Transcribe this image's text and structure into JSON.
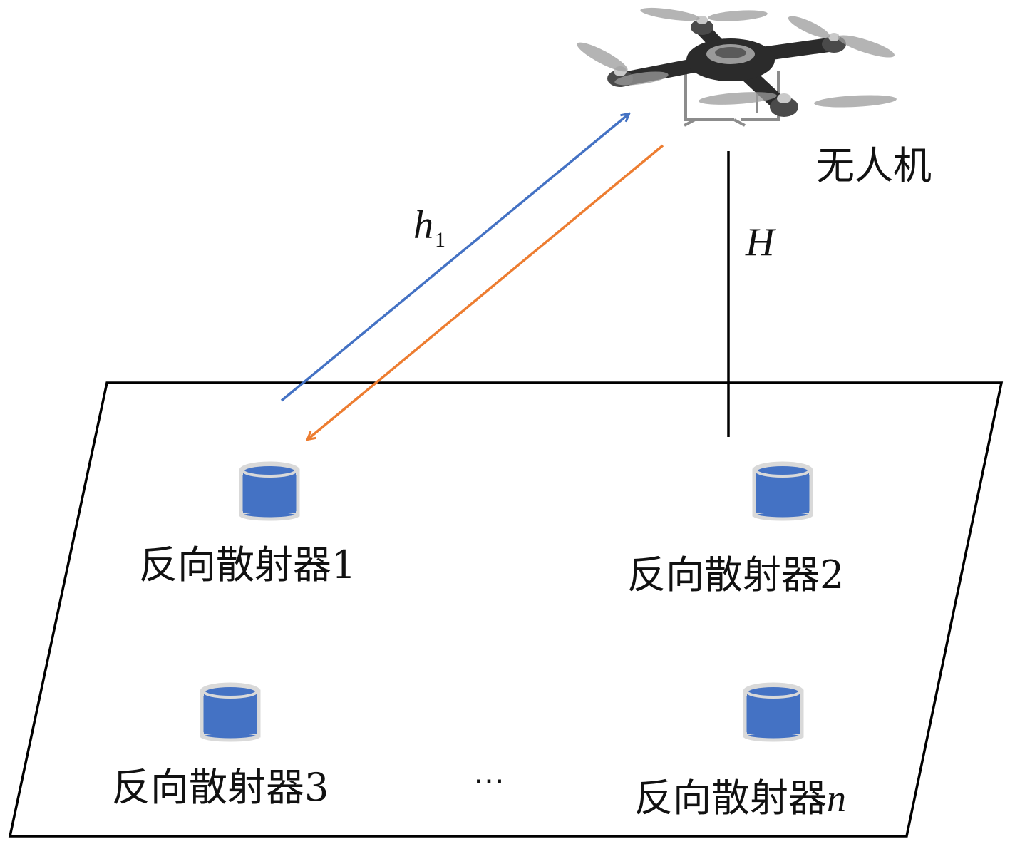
{
  "uav_label": "无人机",
  "height_label": "H",
  "channel_label": {
    "main": "h",
    "sub": "1"
  },
  "ellipsis": "⋯",
  "scatterers": [
    {
      "prefix": "反向散射器",
      "suffix": "1",
      "suffix_italic": false
    },
    {
      "prefix": "反向散射器",
      "suffix": "2",
      "suffix_italic": false
    },
    {
      "prefix": "反向散射器",
      "suffix": "3",
      "suffix_italic": false
    },
    {
      "prefix": "反向散射器",
      "suffix": "n",
      "suffix_italic": true
    }
  ],
  "colors": {
    "uplink": "#4472C4",
    "downlink": "#ED7D31",
    "tag_body": "#4472C4",
    "tag_rim": "#D9D9D9",
    "outline": "#000000"
  }
}
